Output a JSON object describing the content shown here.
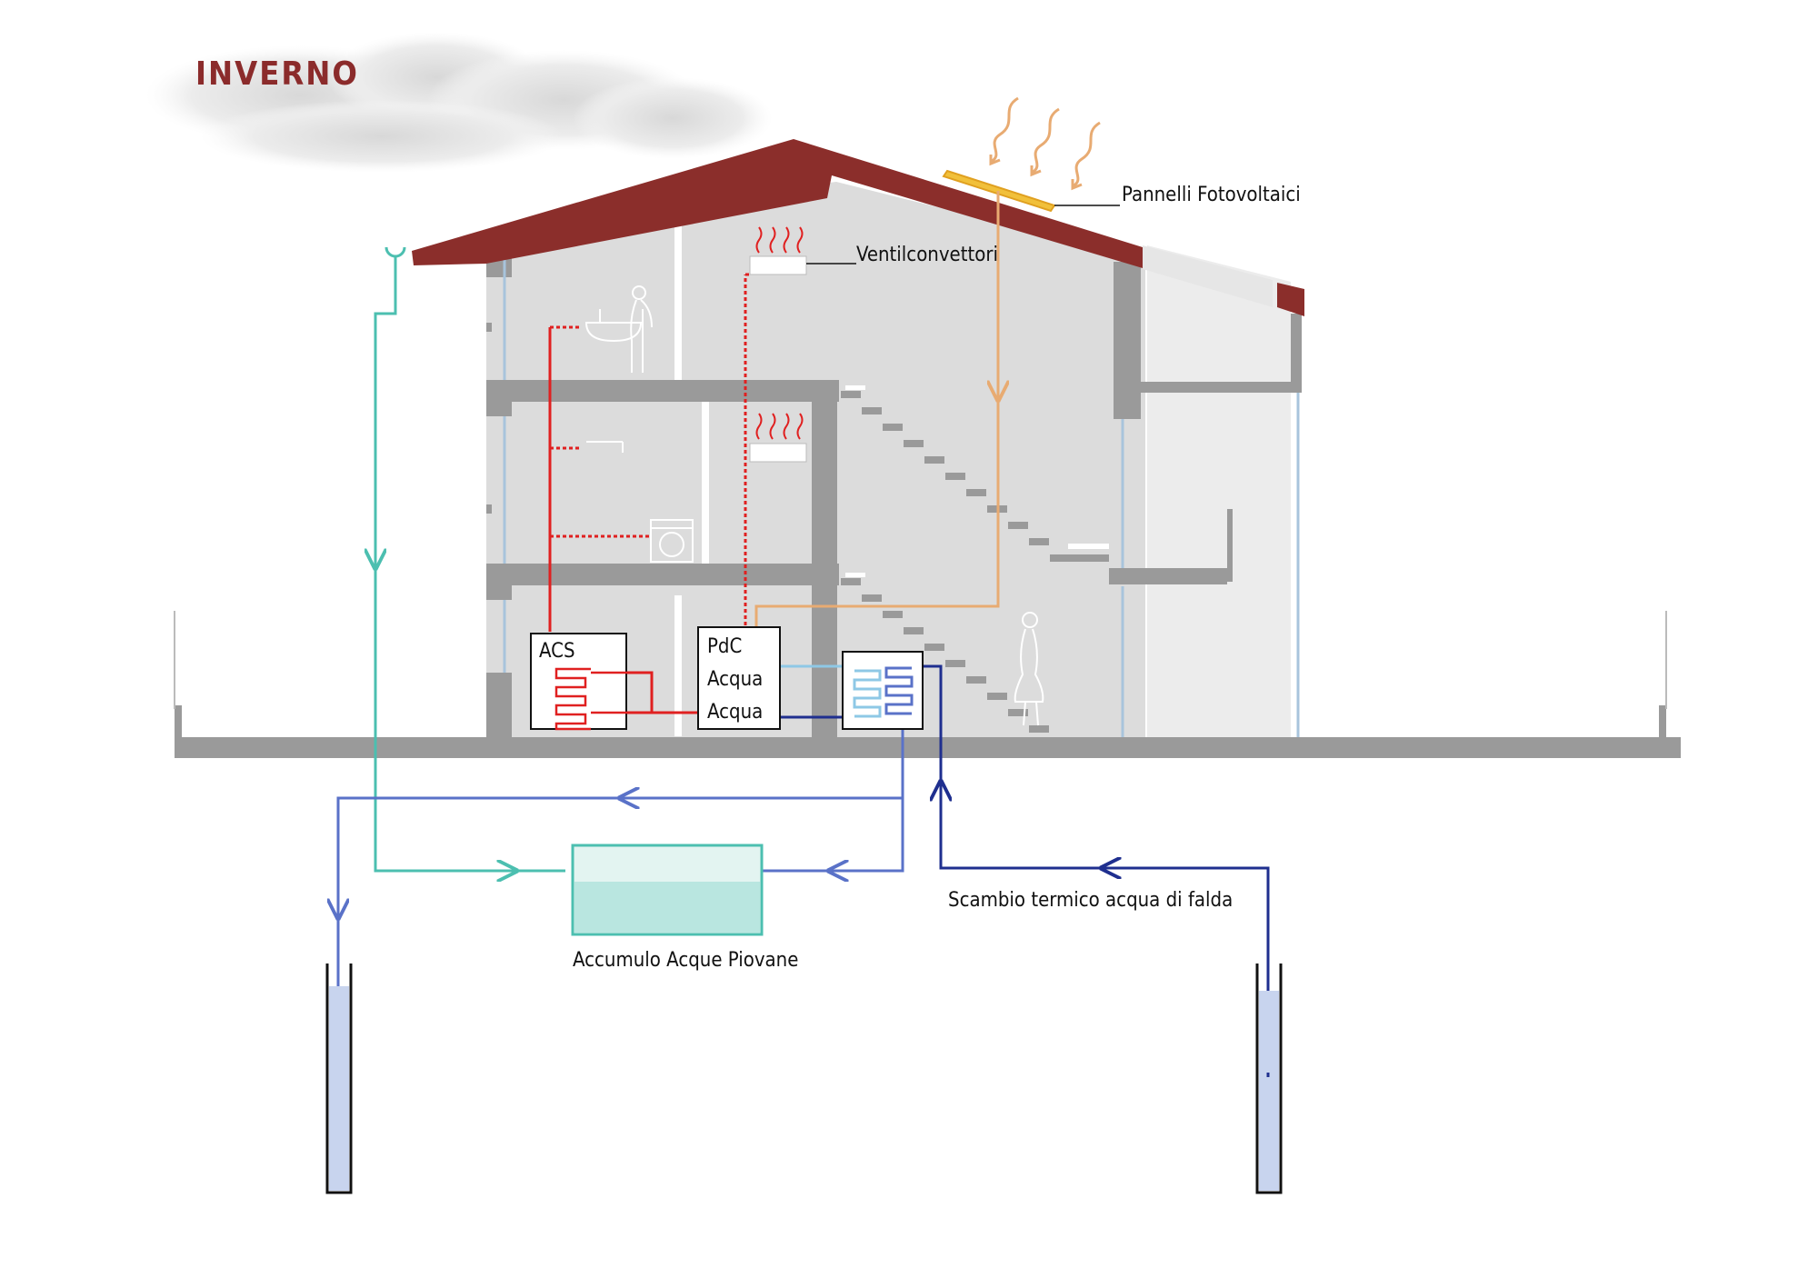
{
  "title": "INVERNO",
  "labels": {
    "pv_panels": "Pannelli Fotovoltaici",
    "fan_coils": "Ventilconvettori",
    "acs": "ACS",
    "pdc_line1": "PdC",
    "pdc_line2": "Acqua",
    "pdc_line3": "Acqua",
    "rainwater_tank": "Accumulo Acque Piovane",
    "groundwater": "Scambio termico acqua di falda"
  },
  "colors": {
    "title": "#8b2b2b",
    "roof": "#8b2e2b",
    "wall": "#9a9a9a",
    "interior": "#dcdcdc",
    "rainwater_pipe": "#4cbfb0",
    "hot_water_pipe": "#e02020",
    "solar_pipe": "#e8ab72",
    "ground_loop_dark": "#1f2f8f",
    "ground_loop_light": "#5a72c8",
    "heat_exchanger_light": "#8ec8e6",
    "tank_fill": "#b9e6e0",
    "well_water": "#c8d4ee"
  },
  "icons": [
    "cloud-icon",
    "sun-heat-waves-icon",
    "heat-waves-icon",
    "sink-person-icon",
    "shower-icon",
    "washing-machine-icon",
    "person-icon"
  ]
}
